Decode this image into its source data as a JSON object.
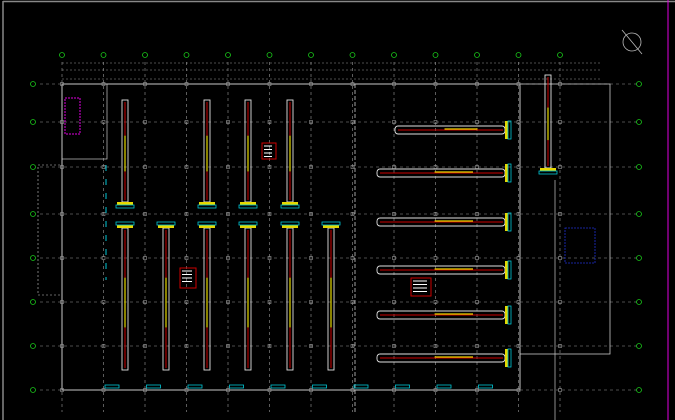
{
  "drawing": {
    "type": "cad-floor-plan",
    "background": "#000000",
    "colors": {
      "grid": "#9a9a9a",
      "wall": "#c8c8c8",
      "conveyor_outline": "#e0e0e0",
      "conveyor_center": "#cc0000",
      "annotation": "#e6d800",
      "equipment": "#00c8d8",
      "axis_bubble": "#19c819",
      "highlight": "#e000e0",
      "note_box": "#cc0000",
      "room_outline": "#2030d0"
    },
    "vertical_conveyors_upper": 4,
    "vertical_conveyors_lower": 6,
    "horizontal_conveyors": 6,
    "note_boxes": 3
  }
}
